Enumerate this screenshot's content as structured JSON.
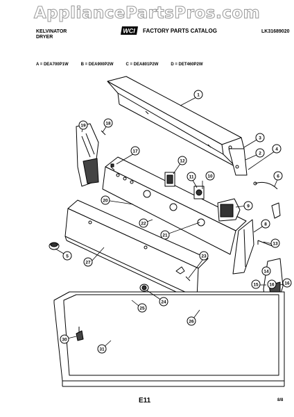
{
  "watermark": "AppliancePartsPros.com",
  "header": {
    "brand": "KELVINATOR",
    "appliance": "DRYER",
    "catalog_title": "FACTORY PARTS CATALOG",
    "logo_text": "WCI",
    "catalog_number": "LK31689020"
  },
  "models": [
    "A = DEA700P1W",
    "B = DEA900P2W",
    "C = DEA801P2W",
    "D = DET460P2W"
  ],
  "callouts": [
    "1",
    "2",
    "3",
    "4",
    "6",
    "8",
    "9",
    "10",
    "11",
    "12",
    "13",
    "14",
    "15",
    "16",
    "17",
    "18",
    "19",
    "20",
    "21",
    "22",
    "23",
    "24",
    "25",
    "26",
    "5",
    "27",
    "30",
    "31",
    "16"
  ],
  "footer": {
    "page_code": "E11",
    "corner_code": "8/8"
  }
}
